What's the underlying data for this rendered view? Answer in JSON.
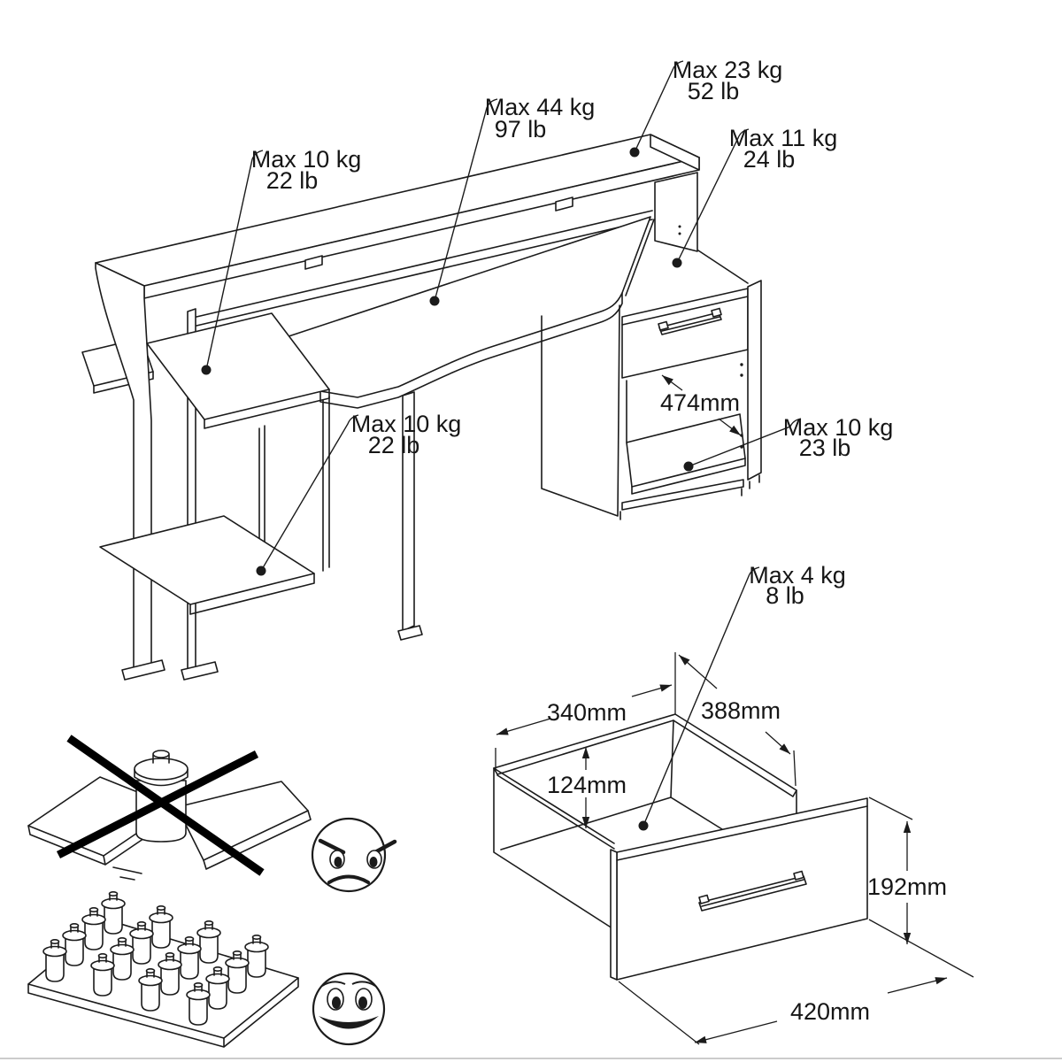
{
  "desk": {
    "labels": {
      "hutch_shelf": {
        "kg": "Max 23 kg",
        "lb": "52 lb"
      },
      "desktop": {
        "kg": "Max 44 kg",
        "lb": "97 lb"
      },
      "left_upper_shelf": {
        "kg": "Max 10 kg",
        "lb": "22 lb"
      },
      "drawer": {
        "kg": "Max 11 kg",
        "lb": "24 lb"
      },
      "cabinet_shelf": {
        "kg": "Max 10 kg",
        "lb": "23 lb"
      },
      "left_lower_shelf": {
        "kg": "Max 10 kg",
        "lb": "22 lb"
      },
      "cabinet_opening_height": "474mm"
    }
  },
  "drawer_detail": {
    "load_label": {
      "kg": "Max 4 kg",
      "lb": "8 lb"
    },
    "dimensions": {
      "inner_depth": "340mm",
      "inner_width": "388mm",
      "inner_height": "124mm",
      "front_height": "192mm",
      "front_width": "420mm"
    }
  }
}
